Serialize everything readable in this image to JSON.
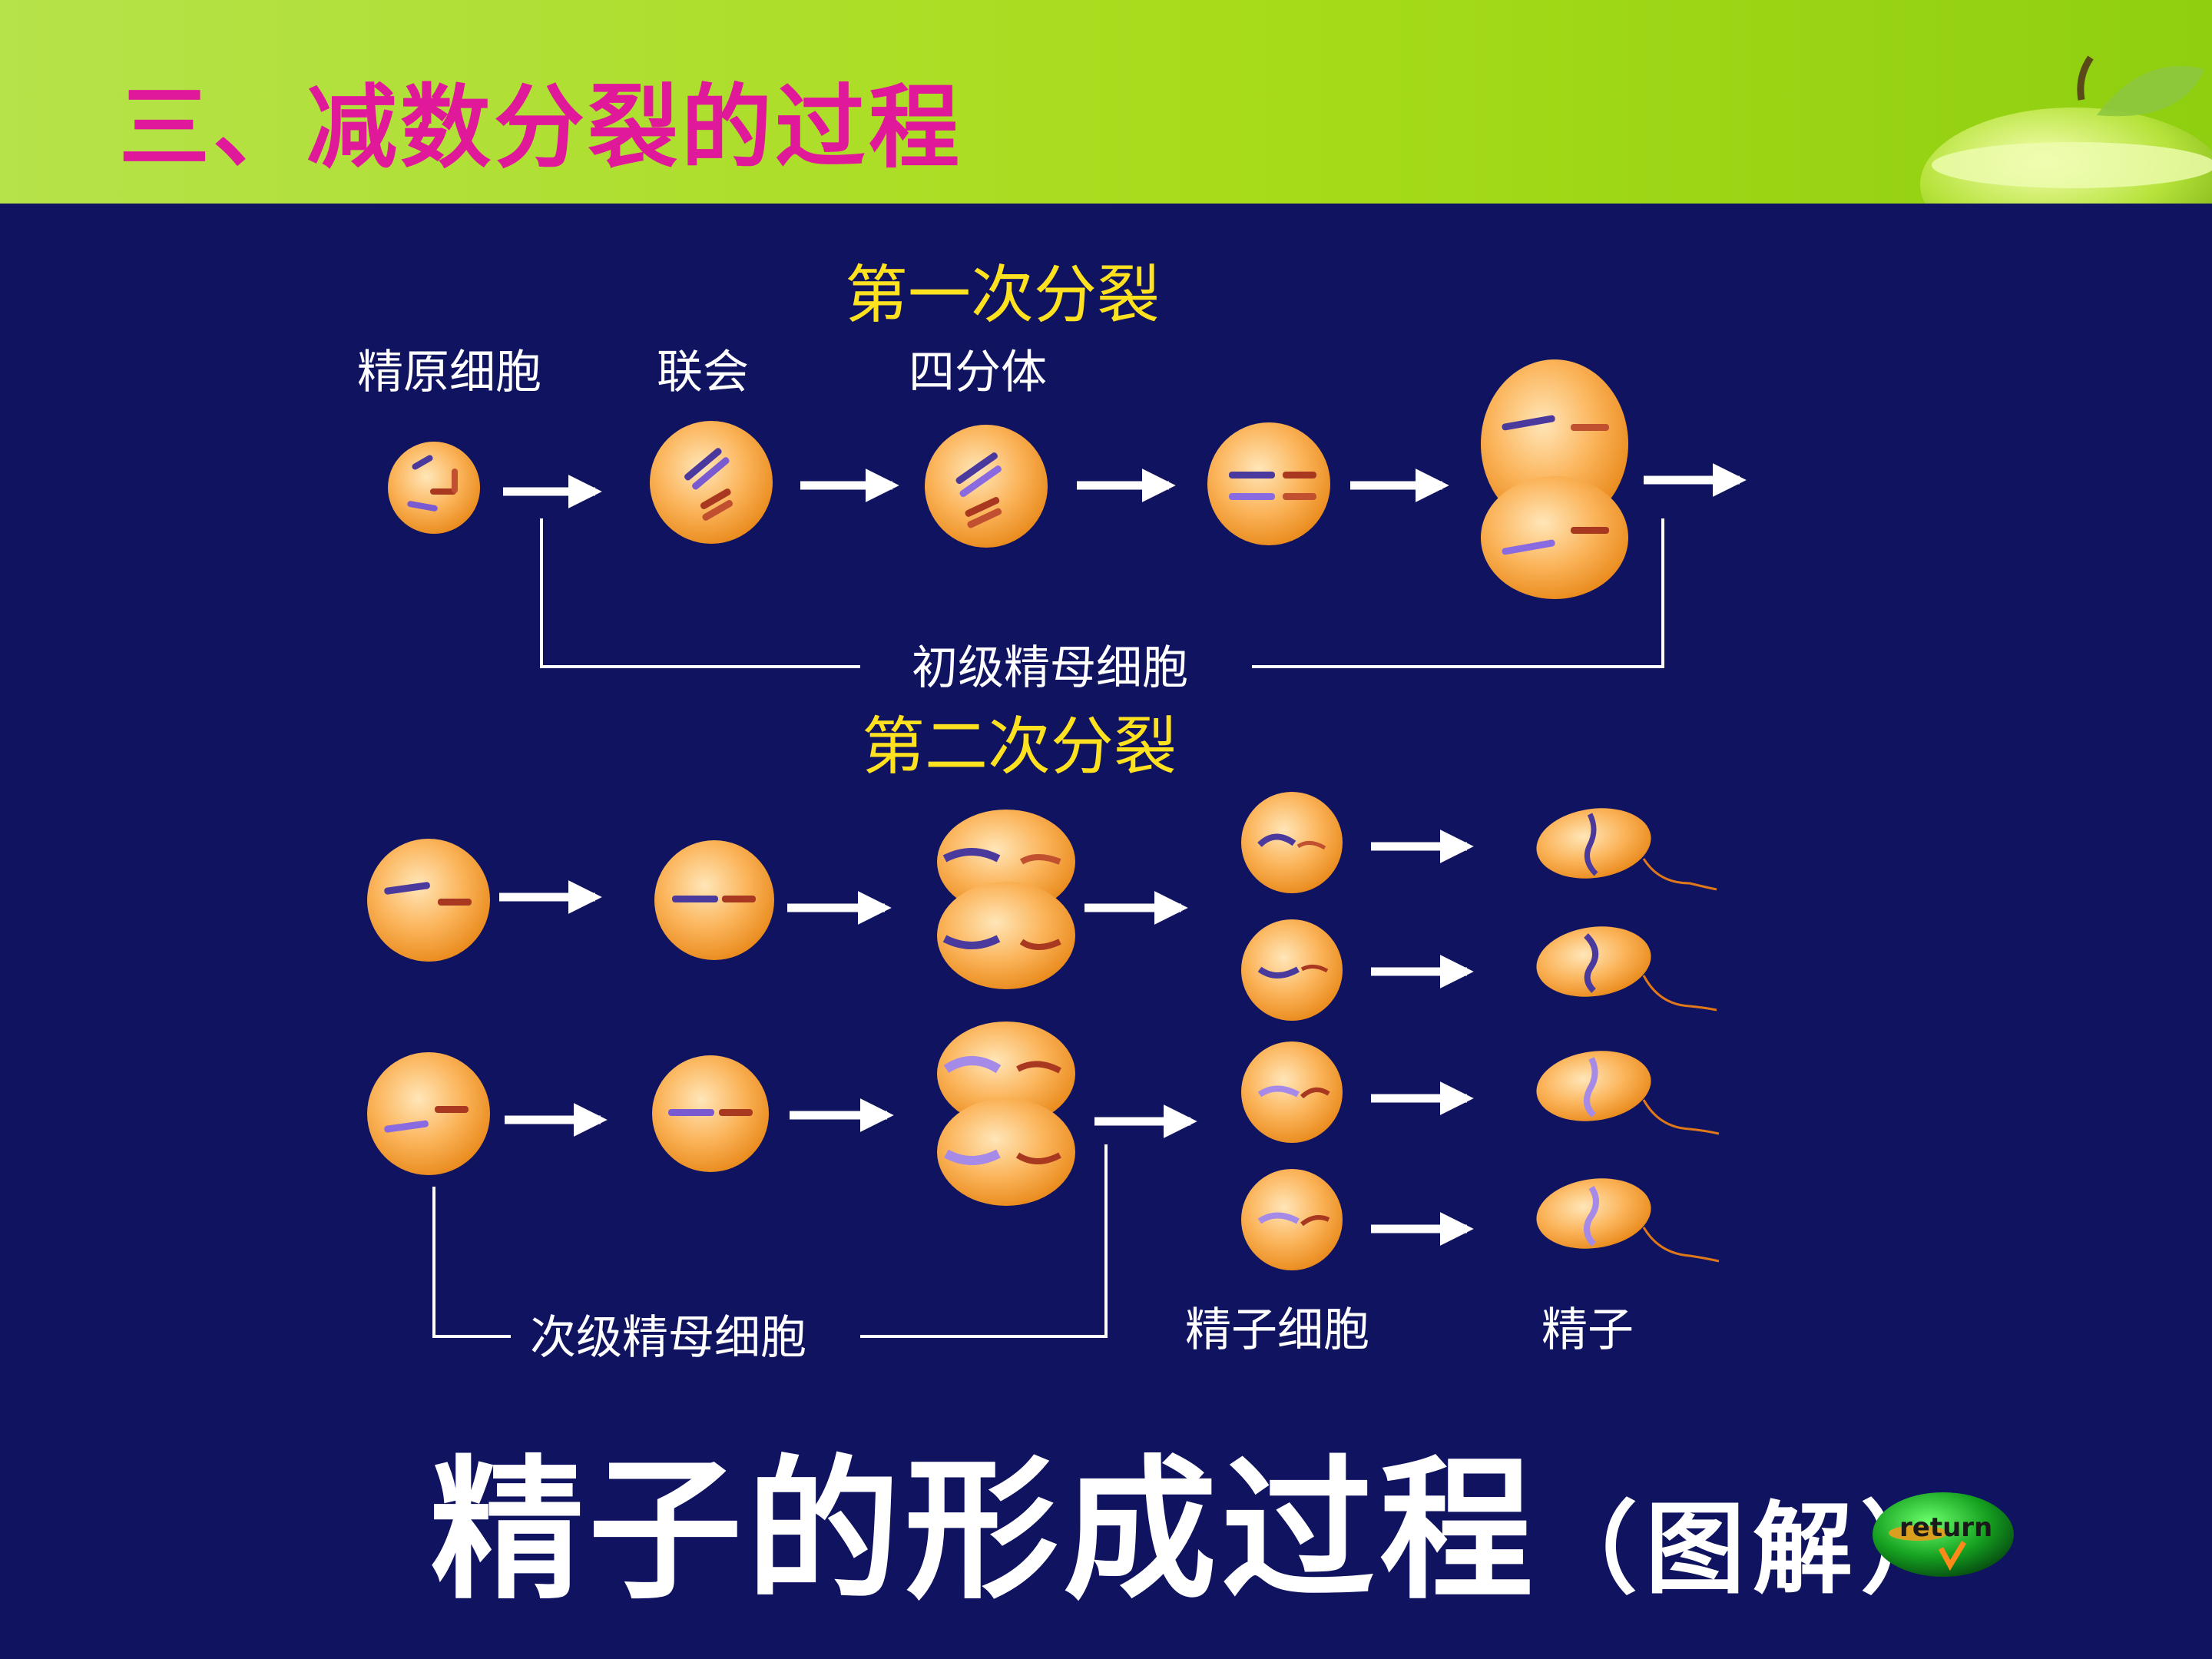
{
  "header": {
    "title": "三、减数分裂的过程"
  },
  "stages": {
    "first": "第一次分裂",
    "second": "第二次分裂"
  },
  "labels": {
    "spermatogonium": "精原细胞",
    "synapsis": "联会",
    "tetrad": "四分体",
    "primary_spermatocyte": "初级精母细胞",
    "secondary_spermatocyte": "次级精母细胞",
    "spermatid": "精子细胞",
    "sperm": "精子"
  },
  "footer": {
    "title": "精子的形成过程",
    "subtitle": "（图解）"
  },
  "return_button": {
    "label": "return"
  },
  "colors": {
    "background": "#0f1360",
    "header": "#a8dc1a",
    "title": "#e0189a",
    "stage": "#ffe21f",
    "cell": "#f9a640"
  }
}
